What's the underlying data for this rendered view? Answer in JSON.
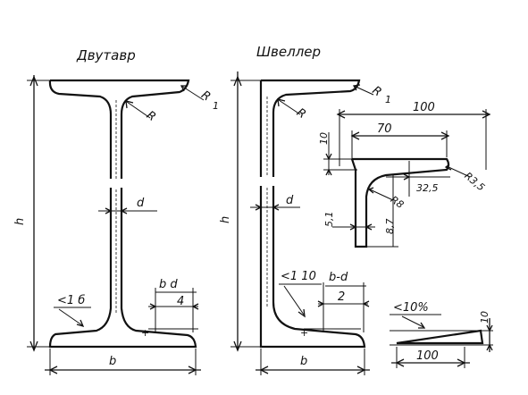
{
  "ibeam": {
    "title": "Двутавр",
    "radius_flange": "R",
    "radius_web": "R",
    "height": "h",
    "web_thickness": "d",
    "slope": "<1 б",
    "flange_ratio_num": "b d",
    "flange_ratio_den": "4",
    "width": "b"
  },
  "channel": {
    "title": "Швеллер",
    "radius_flange": "R",
    "radius_web": "R",
    "height": "h",
    "web_thickness": "d",
    "slope": "<1 10",
    "flange_ratio_num": "b-d",
    "flange_ratio_den": "2",
    "width": "b"
  },
  "detail": {
    "dim_top": "100",
    "dim_70": "70",
    "dim_10": "10",
    "dim_32": "32,5",
    "dim_r35": "R3,5",
    "dim_r8": "R8",
    "dim_51": "5,1",
    "dim_87": "8,7"
  },
  "slope_detail": {
    "slope": "<10%",
    "width": "100",
    "height": "10"
  }
}
